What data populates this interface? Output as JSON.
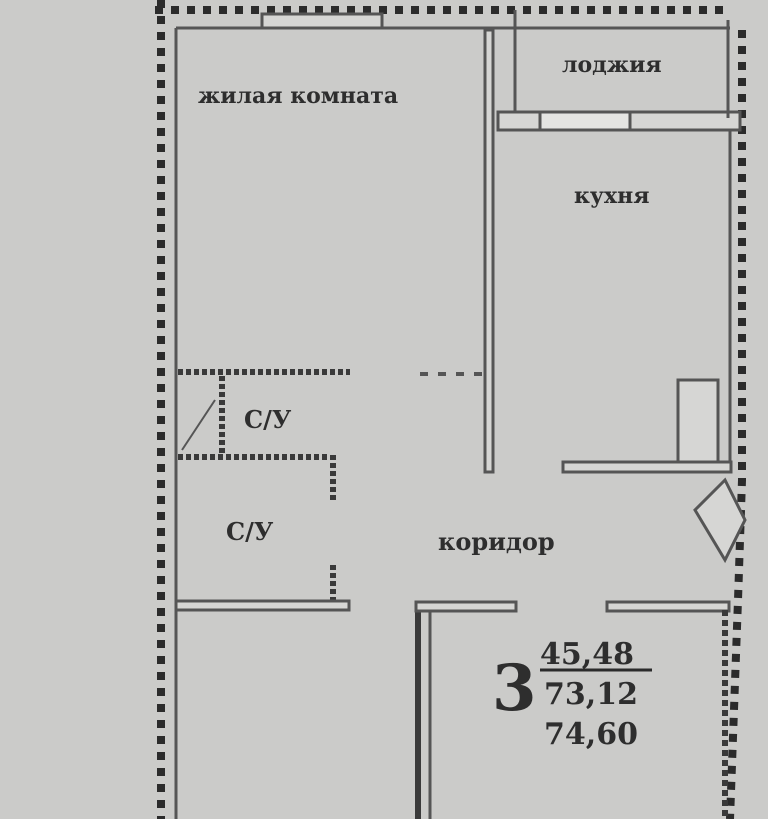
{
  "rooms": {
    "living_room": "жилая комната",
    "loggia": "лоджия",
    "kitchen": "кухня",
    "bathroom_1": "С/У",
    "bathroom_2": "С/У",
    "corridor": "коридор"
  },
  "apartment": {
    "rooms_count": "3",
    "living_area": "45,48",
    "total_area": "73,12",
    "total_area_with_loggia": "74,60"
  },
  "colors": {
    "ink": "#2e2e2e",
    "paper": "#cbcbc9"
  }
}
